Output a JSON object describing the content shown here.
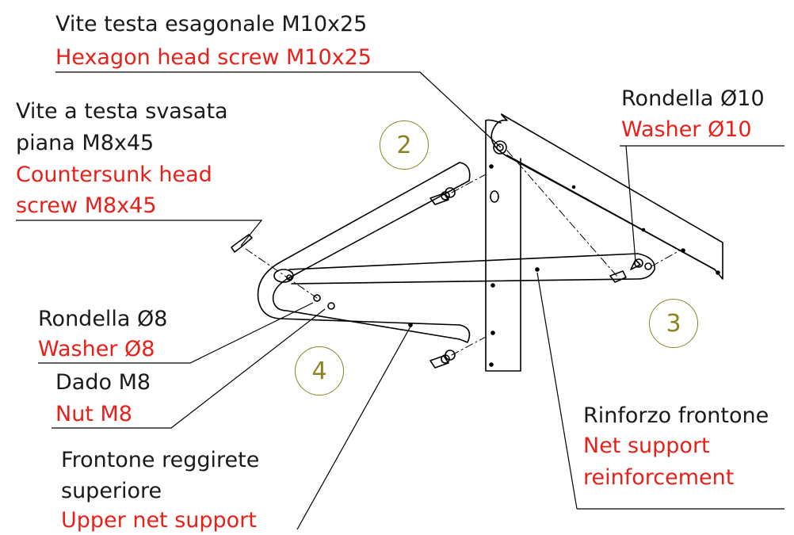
{
  "callouts": {
    "hex_screw": {
      "it": "Vite testa esagonale M10x25",
      "en": "Hexagon head screw M10x25"
    },
    "countersunk_screw": {
      "it_line1": "Vite a testa svasata",
      "it_line2": "piana M8x45",
      "en_line1": "Countersunk head",
      "en_line2": "screw M8x45"
    },
    "washer_10": {
      "it": "Rondella Ø10",
      "en": "Washer Ø10"
    },
    "washer_8": {
      "it": "Rondella Ø8",
      "en": "Washer Ø8"
    },
    "nut_m8": {
      "it": "Dado M8",
      "en": "Nut M8"
    },
    "upper_net_support": {
      "it_line1": "Frontone reggirete",
      "it_line2": "superiore",
      "en": "Upper net support"
    },
    "net_support_reinforcement": {
      "it": "Rinforzo frontone",
      "en_line1": "Net support",
      "en_line2": "reinforcement"
    }
  },
  "step_numbers": [
    "2",
    "3",
    "4"
  ],
  "colors": {
    "italian_text": "#1a1a1a",
    "english_text": "#e8201a",
    "step_circle": "#8a8420",
    "line": "#000000"
  }
}
